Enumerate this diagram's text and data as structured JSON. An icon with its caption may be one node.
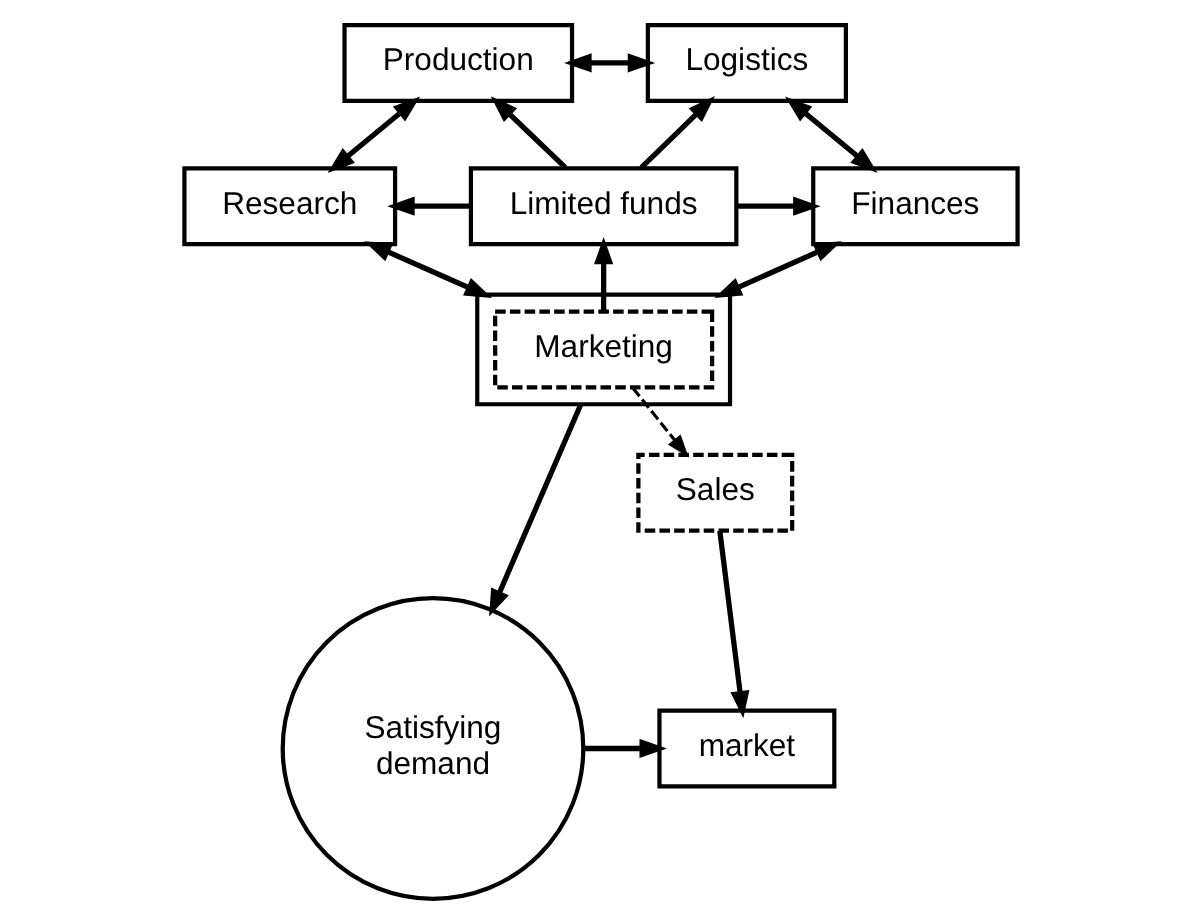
{
  "diagram": {
    "nodes": [
      {
        "text": [
          "Production"
        ]
      },
      {
        "text": [
          "Logistics"
        ]
      },
      {
        "text": [
          "Research"
        ]
      },
      {
        "text": [
          "Limited funds"
        ]
      },
      {
        "text": [
          "Finances"
        ]
      },
      {
        "text": [],
        "shape": "box"
      },
      {
        "text": [
          "Marketing"
        ],
        "in": 5
      },
      {
        "text": [
          "Sales"
        ]
      },
      {
        "text": [
          "Satisfying demand"
        ]
      },
      {
        "text": [
          "market"
        ]
      }
    ],
    "edges": [
      {
        "from": 0,
        "to": 1,
        "arrow": "both"
      },
      {
        "from": 2,
        "to": 0,
        "arrow": "both"
      },
      {
        "from": 1,
        "to": 4,
        "arrow": "both"
      },
      {
        "from": 3,
        "to": 0,
        "arrow": "to"
      },
      {
        "from": 3,
        "to": 1,
        "arrow": "to"
      },
      {
        "from": 3,
        "to": 2,
        "arrow": "to"
      },
      {
        "from": 3,
        "to": 4,
        "arrow": "to"
      },
      {
        "from": 2,
        "to": 5,
        "arrow": "both"
      },
      {
        "from": 4,
        "to": 5,
        "arrow": "both"
      },
      {
        "from": 5,
        "to": 3,
        "arrow": "to"
      },
      {
        "from": 6,
        "to": 7,
        "arrow": "to",
        "style": "dashed"
      },
      {
        "from": 5,
        "to": 8,
        "arrow": "to"
      },
      {
        "from": 7,
        "to": 9,
        "arrow": "to"
      },
      {
        "from": 8,
        "to": 9,
        "arrow": "to"
      }
    ]
  }
}
